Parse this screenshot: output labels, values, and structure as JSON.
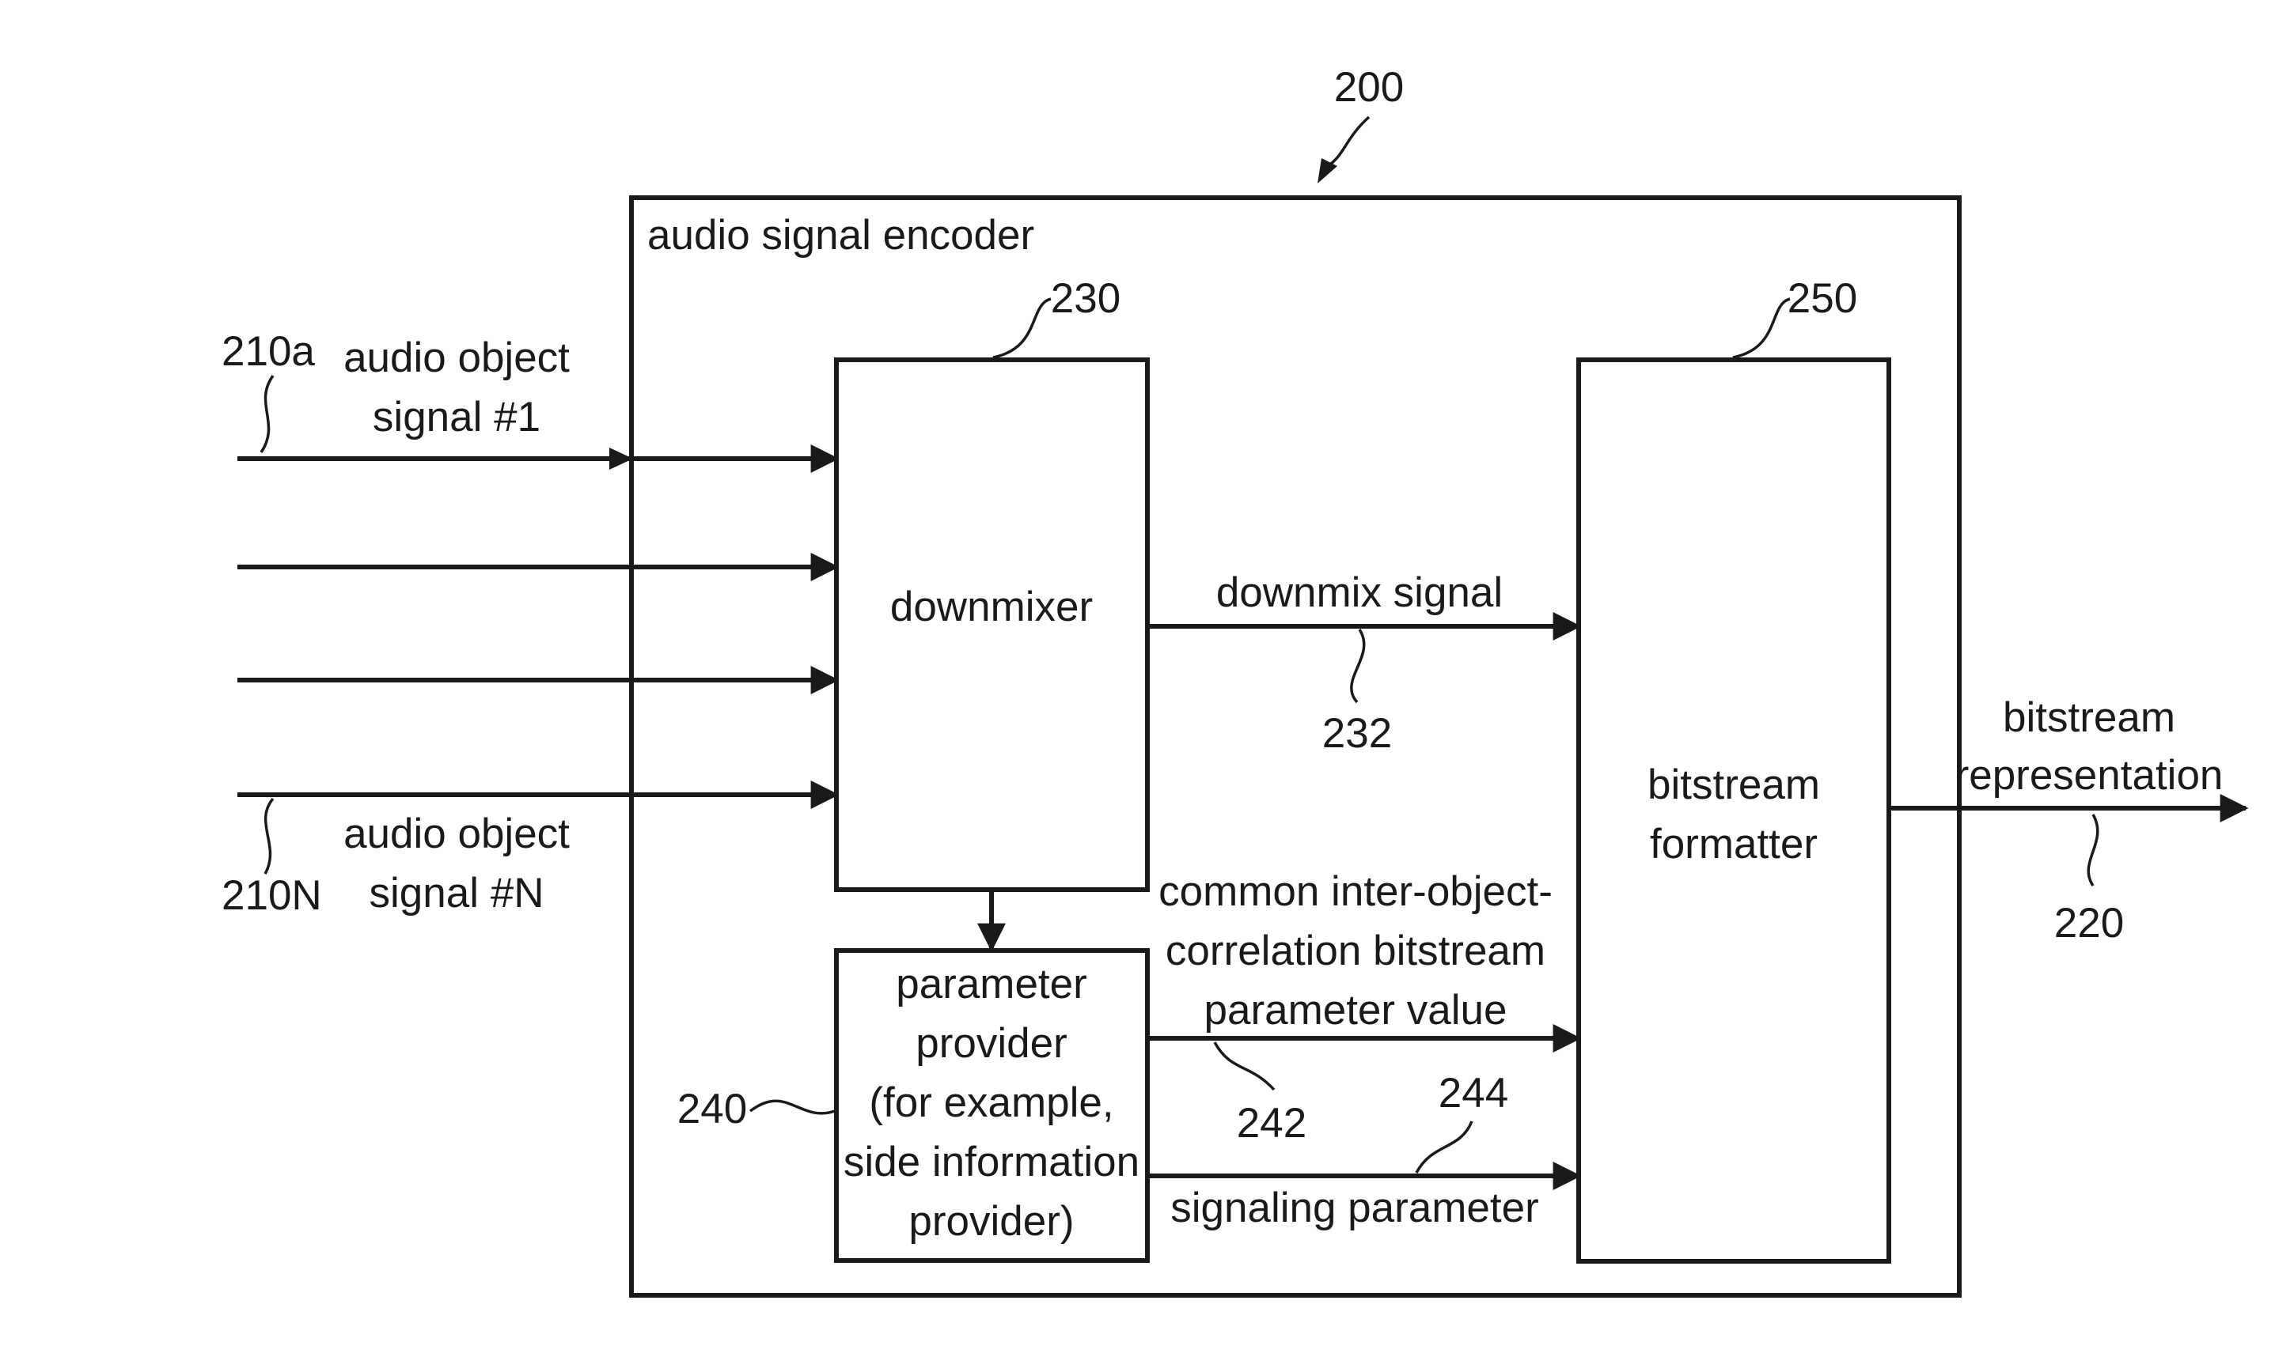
{
  "figure": {
    "ref": "200",
    "outer_block": {
      "label": "audio signal encoder"
    },
    "blocks": {
      "downmixer": {
        "label": "downmixer",
        "ref": "230"
      },
      "parameter_provider": {
        "lines": [
          "parameter",
          "provider",
          "(for example,",
          "side information",
          "provider)"
        ],
        "ref": "240"
      },
      "bitstream_formatter": {
        "lines": [
          "bitstream",
          "formatter"
        ],
        "ref": "250"
      }
    },
    "inputs": {
      "first": {
        "ref": "210a",
        "lines": [
          "audio object",
          "signal #1"
        ]
      },
      "last": {
        "ref": "210N",
        "lines": [
          "audio object",
          "signal #N"
        ]
      }
    },
    "signals": {
      "downmix": {
        "label": "downmix signal",
        "ref": "232"
      },
      "correlation": {
        "lines": [
          "common inter-object-",
          "correlation bitstream",
          "parameter value"
        ],
        "ref": "242"
      },
      "signaling": {
        "label": "signaling parameter",
        "ref": "244"
      }
    },
    "output": {
      "lines": [
        "bitstream",
        "representation"
      ],
      "ref": "220"
    }
  }
}
